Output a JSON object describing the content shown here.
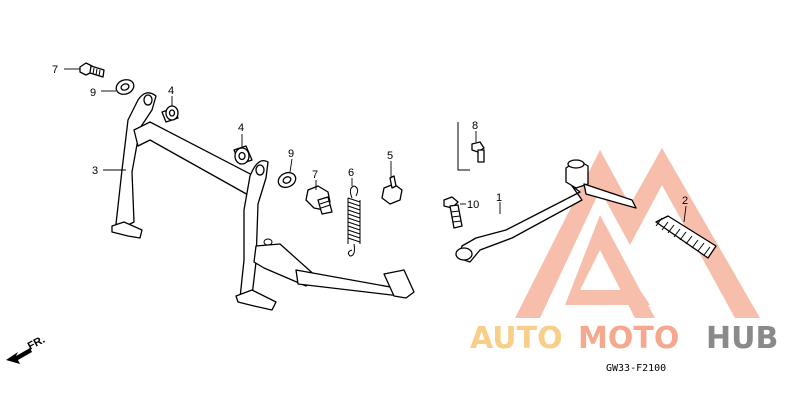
{
  "diagram": {
    "callouts": [
      {
        "id": "label-7-top",
        "text": "7"
      },
      {
        "id": "label-9-top",
        "text": "9"
      },
      {
        "id": "label-4-top",
        "text": "4"
      },
      {
        "id": "label-3",
        "text": "3"
      },
      {
        "id": "label-4-mid",
        "text": "4"
      },
      {
        "id": "label-9-mid",
        "text": "9"
      },
      {
        "id": "label-7-mid",
        "text": "7"
      },
      {
        "id": "label-6",
        "text": "6"
      },
      {
        "id": "label-5",
        "text": "5"
      },
      {
        "id": "label-8",
        "text": "8"
      },
      {
        "id": "label-10",
        "text": "10"
      },
      {
        "id": "label-1",
        "text": "1"
      },
      {
        "id": "label-2",
        "text": "2"
      }
    ],
    "direction_label": "FR.",
    "diagram_code": "GW33-F2100"
  },
  "watermark": {
    "text_auto": "AUTO",
    "text_moto": "MOTO",
    "text_hub": "HUB",
    "color_primary": "#f4a98f",
    "color_secondary": "#f7cf8a",
    "color_hub": "#8a8a8a"
  }
}
